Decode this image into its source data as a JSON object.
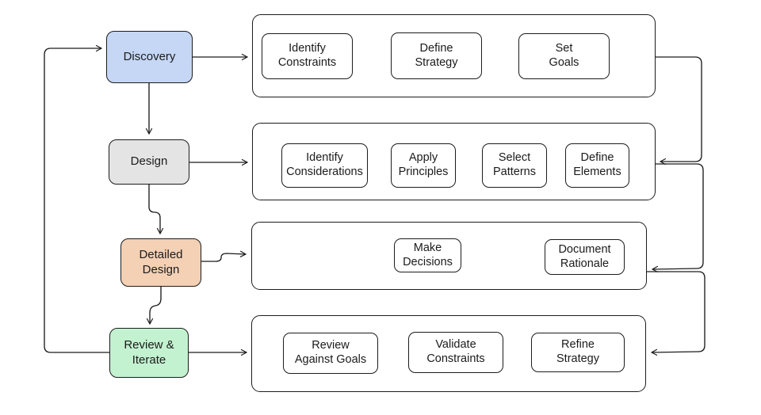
{
  "diagram": {
    "title": "Design process flowchart",
    "colors": {
      "stroke": "#1c1c1c",
      "background": "#ffffff",
      "stage_discovery_fill": "#c5d7f5",
      "stage_design_fill": "#e4e4e4",
      "stage_detailed_design_fill": "#f4d0b4",
      "stage_review_iterate_fill": "#c3f2d0",
      "step_fill": "#ffffff"
    },
    "stages": [
      {
        "id": "discovery",
        "label": "Discovery",
        "fill": "#c5d7f5"
      },
      {
        "id": "design",
        "label": "Design",
        "fill": "#e4e4e4"
      },
      {
        "id": "detailed-design",
        "label": "Detailed\nDesign",
        "fill": "#f4d0b4"
      },
      {
        "id": "review-iterate",
        "label": "Review &\nIterate",
        "fill": "#c3f2d0"
      }
    ],
    "rows": [
      {
        "stage": "Discovery",
        "steps": [
          {
            "label": "Identify\nConstraints"
          },
          {
            "label": "Define\nStrategy"
          },
          {
            "label": "Set\nGoals"
          }
        ]
      },
      {
        "stage": "Design",
        "steps": [
          {
            "label": "Identify\nConsiderations"
          },
          {
            "label": "Apply\nPrinciples"
          },
          {
            "label": "Select\nPatterns"
          },
          {
            "label": "Define\nElements"
          }
        ]
      },
      {
        "stage": "Detailed Design",
        "steps": [
          {
            "label": "Make\nDecisions"
          },
          {
            "label": "Document\nRationale"
          }
        ]
      },
      {
        "stage": "Review & Iterate",
        "steps": [
          {
            "label": "Review\nAgainst Goals"
          },
          {
            "label": "Validate\nConstraints"
          },
          {
            "label": "Refine\nStrategy"
          }
        ]
      }
    ],
    "connections": [
      "Discovery -> Discovery steps",
      "Discovery -> Design",
      "Design -> Design steps",
      "Design -> Detailed Design",
      "Detailed Design -> Detailed Design steps",
      "Detailed Design -> Review & Iterate",
      "Review & Iterate -> Review steps",
      "Review & Iterate -> Discovery (feedback loop)",
      "Discovery steps -> Design steps (wrap)",
      "Design steps -> Detailed Design steps (wrap)",
      "Detailed Design steps -> Review steps (wrap)"
    ]
  }
}
